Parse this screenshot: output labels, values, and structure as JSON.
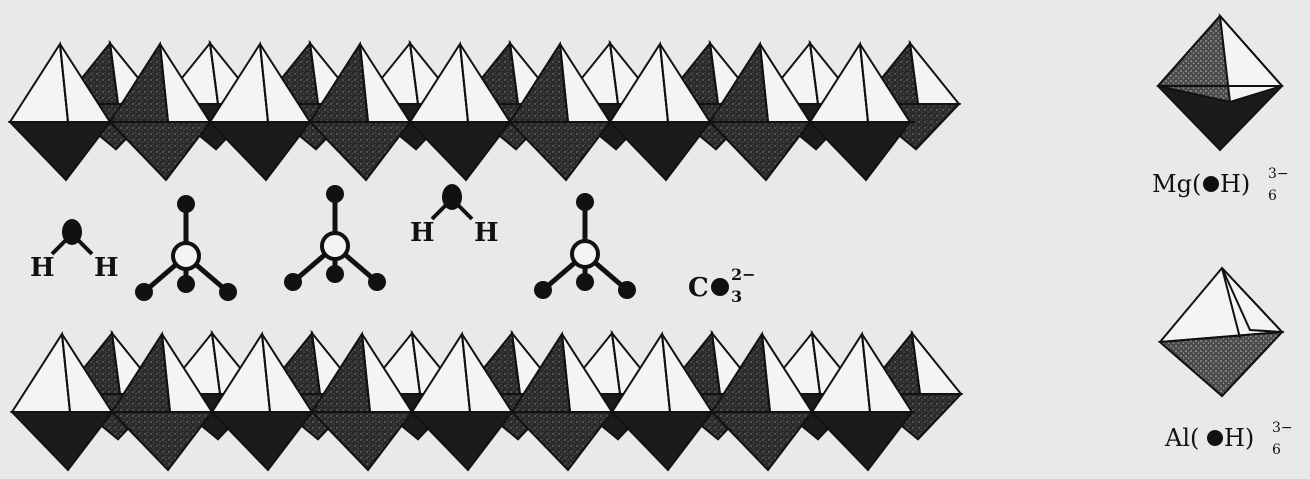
{
  "colors": {
    "background": "#e9e9e9",
    "ink": "#111111",
    "light_face": "#f4f4f4",
    "dark_face": "#1b1b1b",
    "mid_face": "#6a6a6a"
  },
  "interlayer": {
    "water_atom_label": "H",
    "carbonate_formula": {
      "base": "C",
      "sub": "3",
      "sup": "2−"
    }
  },
  "legend": [
    {
      "formula_base": "Mg(",
      "formula_tail": "H)",
      "sub": "6",
      "sup": "3−",
      "icon": "mg-octahedron-icon"
    },
    {
      "formula_base": "Al(",
      "formula_tail": "H)",
      "sub": "6",
      "sup": "3−",
      "icon": "al-octahedron-icon"
    }
  ]
}
